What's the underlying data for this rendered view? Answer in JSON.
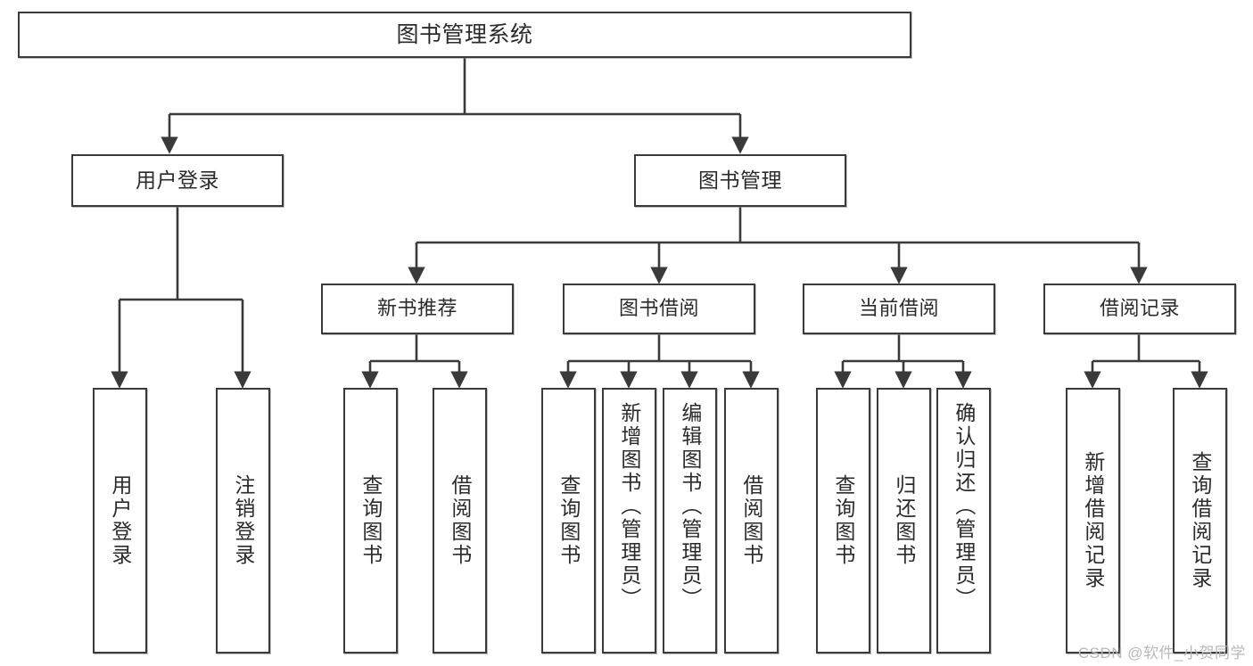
{
  "diagram": {
    "title": "图书管理系统",
    "watermark": "CSDN @软件_小贺同学",
    "line_color": "#3a3a3a",
    "box_border_color": "#3a3a3a",
    "background_color": "#ffffff",
    "text_color": "#2b2b2b",
    "root": {
      "label": "图书管理系统"
    },
    "level2": [
      {
        "label": "用户登录"
      },
      {
        "label": "图书管理"
      }
    ],
    "level3": [
      {
        "label": "新书推荐"
      },
      {
        "label": "图书借阅"
      },
      {
        "label": "当前借阅"
      },
      {
        "label": "借阅记录"
      }
    ],
    "leaves": {
      "user_login": [
        {
          "label": "用户登录"
        },
        {
          "label": "注销登录"
        }
      ],
      "new_book_recommend": [
        {
          "label": "查询图书"
        },
        {
          "label": "借阅图书"
        }
      ],
      "book_borrow": [
        {
          "label": "查询图书"
        },
        {
          "label": "新增图书（管理员）"
        },
        {
          "label": "编辑图书（管理员）"
        },
        {
          "label": "借阅图书"
        }
      ],
      "current_borrow": [
        {
          "label": "查询图书"
        },
        {
          "label": "归还图书"
        },
        {
          "label": "确认归还（管理员）"
        }
      ],
      "borrow_record": [
        {
          "label": "新增借阅记录"
        },
        {
          "label": "查询借阅记录"
        }
      ]
    }
  }
}
